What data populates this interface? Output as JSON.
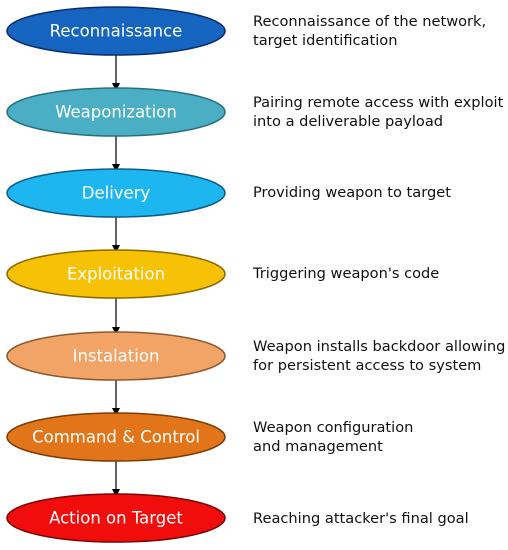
{
  "stages": [
    {
      "label": "Reconnaissance",
      "description": [
        "Reconnaissance of the network,",
        "target identification"
      ],
      "fill": "#1565C0",
      "stroke": "#0B2E6B"
    },
    {
      "label": "Weaponization",
      "description": [
        "Pairing remote access with exploit",
        "into a deliverable payload"
      ],
      "fill": "#4AAFC4",
      "stroke": "#2A6F80"
    },
    {
      "label": "Delivery",
      "description": [
        "Providing weapon to target"
      ],
      "fill": "#1EB6F0",
      "stroke": "#0E5C86"
    },
    {
      "label": "Exploitation",
      "description": [
        "Triggering weapon's code"
      ],
      "fill": "#F7C105",
      "stroke": "#8A6A00"
    },
    {
      "label": "Instalation",
      "description": [
        "Weapon installs backdoor allowing",
        "for persistent access to system"
      ],
      "fill": "#F2A366",
      "stroke": "#8A5A32"
    },
    {
      "label": "Command & Control",
      "description": [
        "Weapon configuration",
        "and management"
      ],
      "fill": "#E2751A",
      "stroke": "#7A3D08"
    },
    {
      "label": "Action on Target",
      "description": [
        "Reaching attacker's final goal"
      ],
      "fill": "#F20D0D",
      "stroke": "#7A0606"
    }
  ]
}
